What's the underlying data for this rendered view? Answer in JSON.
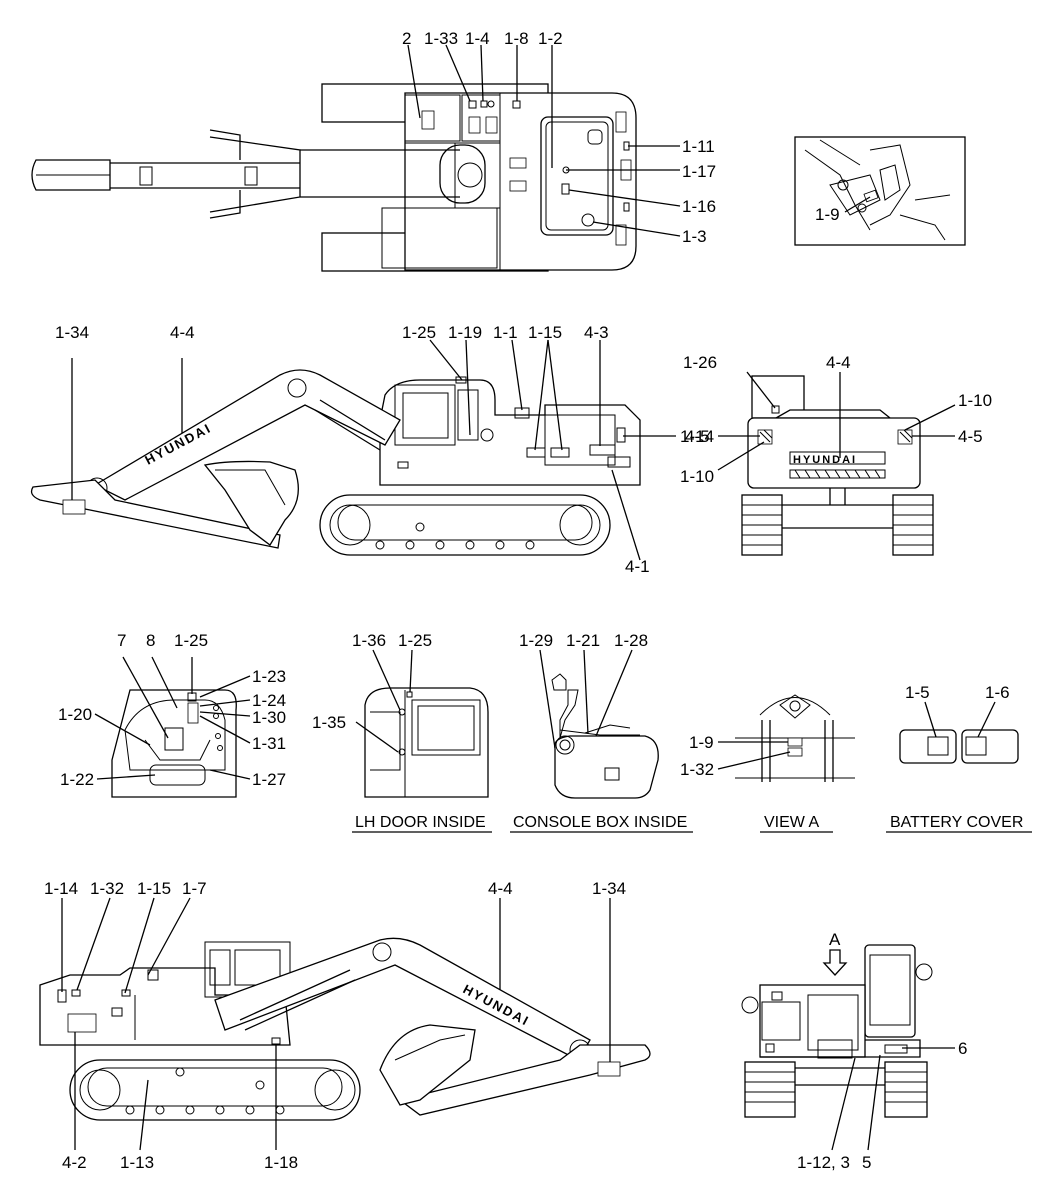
{
  "top_view": {
    "callouts": {
      "c2": "2",
      "c1_33": "1-33",
      "c1_4": "1-4",
      "c1_8": "1-8",
      "c1_2": "1-2",
      "c1_11": "1-11",
      "c1_17": "1-17",
      "c1_16": "1-16",
      "c1_3": "1-3"
    }
  },
  "detail_1_9": {
    "callout": "1-9"
  },
  "left_side_view": {
    "callouts": {
      "c1_34": "1-34",
      "c4_4": "4-4",
      "c1_25": "1-25",
      "c1_19": "1-19",
      "c1_1": "1-1",
      "c1_15": "1-15",
      "c4_3": "4-3",
      "c1_14": "1-14",
      "c4_1": "4-1"
    },
    "boom_brand": "HYUNDAI"
  },
  "rear_view": {
    "callouts": {
      "c1_26": "1-26",
      "c4_4": "4-4",
      "c1_10a": "1-10",
      "c4_5a": "4-5",
      "c1_10b": "1-10",
      "c4_5b": "4-5"
    },
    "brand": "HYUNDAI"
  },
  "cab_inside": {
    "callouts": {
      "c7": "7",
      "c8": "8",
      "c1_25": "1-25",
      "c1_23": "1-23",
      "c1_24": "1-24",
      "c1_20": "1-20",
      "c1_30": "1-30",
      "c1_31": "1-31",
      "c1_22": "1-22",
      "c1_27": "1-27"
    }
  },
  "lh_door": {
    "callouts": {
      "c1_36": "1-36",
      "c1_25": "1-25",
      "c1_35": "1-35"
    },
    "caption": "LH DOOR INSIDE"
  },
  "console_box": {
    "callouts": {
      "c1_29": "1-29",
      "c1_21": "1-21",
      "c1_28": "1-28"
    },
    "caption": "CONSOLE BOX INSIDE"
  },
  "view_a": {
    "callouts": {
      "c1_9": "1-9",
      "c1_32": "1-32"
    },
    "caption": "VIEW  A"
  },
  "battery_cover": {
    "callouts": {
      "c1_5": "1-5",
      "c1_6": "1-6"
    },
    "caption": "BATTERY COVER"
  },
  "right_side_view": {
    "callouts": {
      "c1_14": "1-14",
      "c1_32": "1-32",
      "c1_15": "1-15",
      "c1_7": "1-7",
      "c4_4": "4-4",
      "c1_34": "1-34",
      "c4_2": "4-2",
      "c1_13": "1-13",
      "c1_18": "1-18"
    },
    "boom_brand": "HYUNDAI"
  },
  "front_view": {
    "callouts": {
      "cA": "A",
      "c6": "6",
      "c1_12_3": "1-12, 3",
      "c5": "5"
    }
  }
}
